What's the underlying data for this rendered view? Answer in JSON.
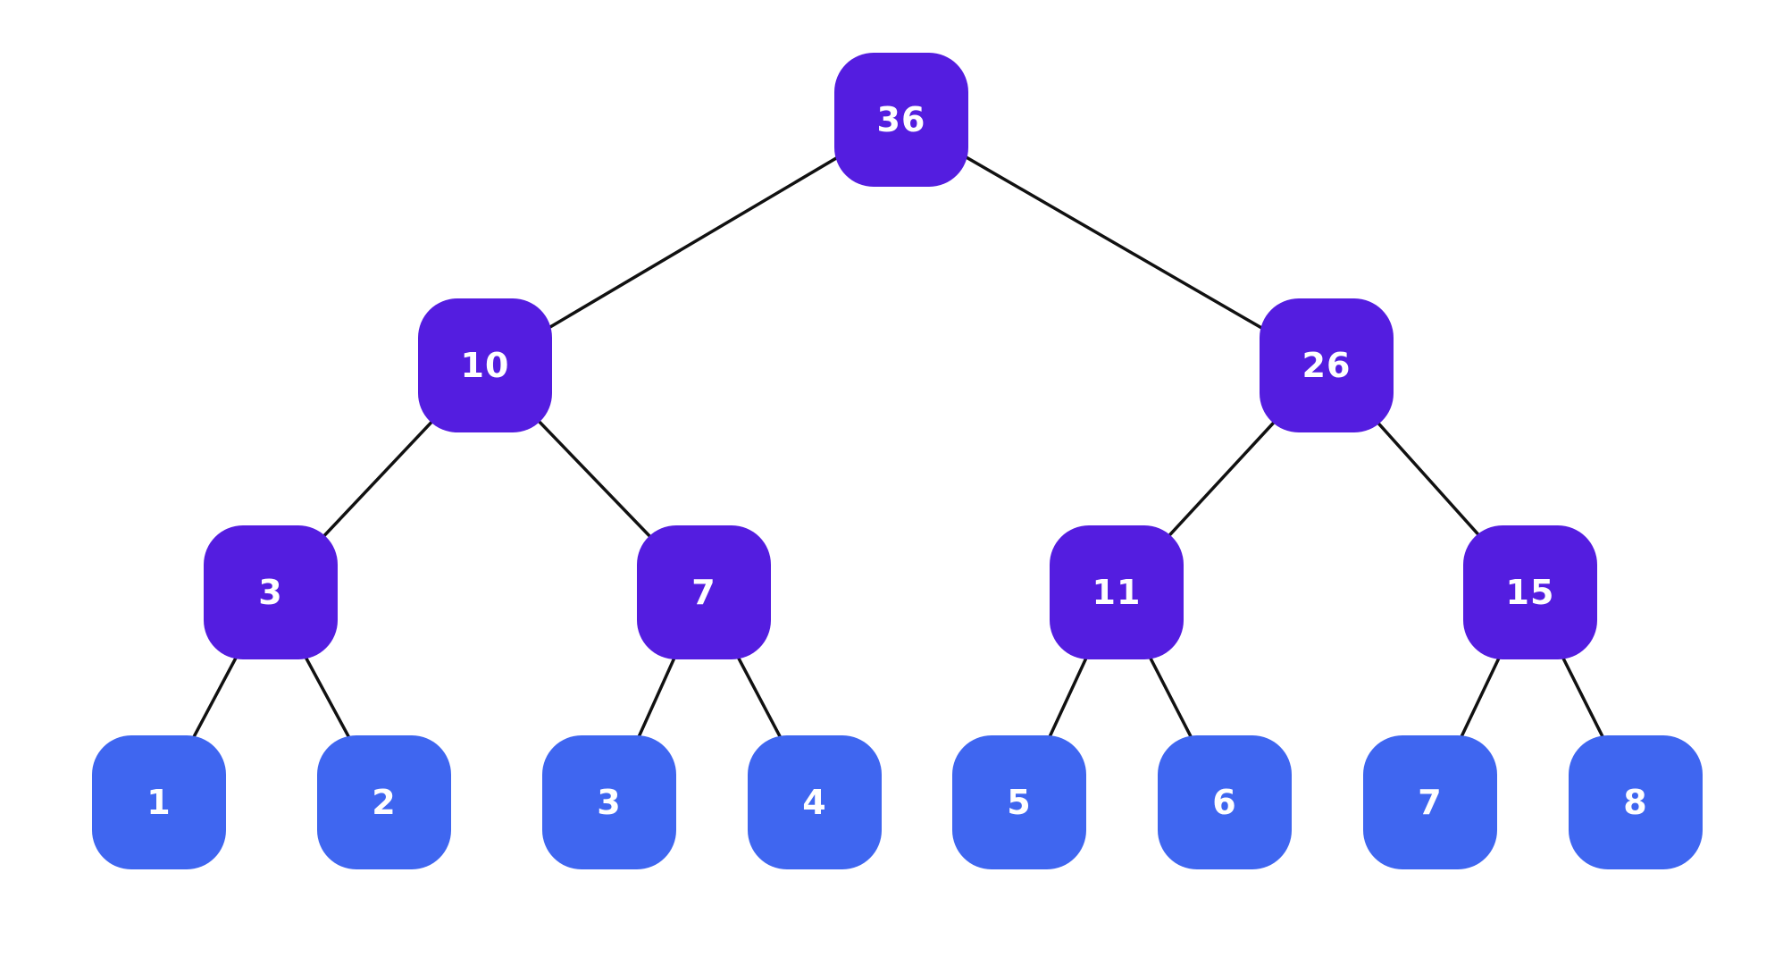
{
  "tree": {
    "root": {
      "value": "36"
    },
    "level1": [
      {
        "value": "10"
      },
      {
        "value": "26"
      }
    ],
    "level2": [
      {
        "value": "3"
      },
      {
        "value": "7"
      },
      {
        "value": "11"
      },
      {
        "value": "15"
      }
    ],
    "leaves": [
      {
        "value": "1"
      },
      {
        "value": "2"
      },
      {
        "value": "3"
      },
      {
        "value": "4"
      },
      {
        "value": "5"
      },
      {
        "value": "6"
      },
      {
        "value": "7"
      },
      {
        "value": "8"
      }
    ]
  },
  "colors": {
    "internal_node": "#541de0",
    "leaf_node": "#3f66f0",
    "edge": "#111111",
    "node_text": "#ffffff",
    "background": "#ffffff"
  }
}
